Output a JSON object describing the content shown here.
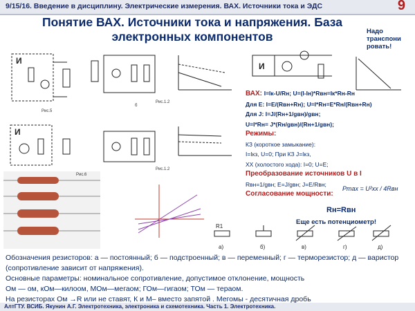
{
  "header": {
    "title": "9/15/16. Введение в дисциплину. Электрические измерения. ВАХ. Источники тока и ЭДС",
    "slide_number": "9"
  },
  "title": {
    "line1": "Понятие ВАХ. Источники тока и напряжения. База",
    "line2": "электронных компонентов"
  },
  "note": {
    "line1": "Надо",
    "line2": "транспони",
    "line3": "ровать!"
  },
  "formulas": {
    "vax_label": "ВАХ: ",
    "vax": "I=Iк-U/Rн; U=(I-Iн)*Rвн=Iк*Rн-Rн",
    "e_label": "Для Е: ",
    "e": "I=E/(Rвн+Rн); U=I*Rн=E*Rн/(Rвн+Rн)",
    "j_label": "Для J: ",
    "j": "I=J/(Rн+1/gвн)/gвн;",
    "u": "U=I*Rн= J*(Rн/gвн)/(Rн+1/gвн);",
    "modes": "Режимы:",
    "kz": "КЗ (короткое замыкание):",
    "kz2": "I=Iкз, U=0; При КЗ J=Iкз,",
    "xx": "ХХ (холостого хода): I=0; U=E;",
    "conv": "Преобразование источников U в I",
    "conv2": "Rвн=1/gвн; E=J/gвн; J=E/Rвн;",
    "power": "Согласование мощности:",
    "pmax": "Pmax = U²xx / 4Rвн",
    "rsum": "Rн=Rвн",
    "pot": "Еще есть потенциометр!"
  },
  "figures": {
    "src_u": "И",
    "src_j": "И",
    "cap5": "Рис.5",
    "capb": "б",
    "cap12": "Рис.1.2",
    "cap6": "Рис.6",
    "a": "а)",
    "b": "б)",
    "v": "в)",
    "g": "г)",
    "d": "д)",
    "r1": "R1"
  },
  "bottom": {
    "line1": "Обозначения  резисторов: а — постоянный; б — подстроенный; в — переменный; г — терморезистор; д — варистор (сопротивление зависит от напряжения).",
    "line2": "Основные параметры: номинальное сопротивление, допустимое отклонение, мощность",
    "line3": "Ом — ом, кОм—килоом, МОм—мегаом; ГОм—гигаом; ТОм — тераом.",
    "line4": "На резисторах Ом →R или не ставят, К и М– вместо запятой . Мегомы  - десятичная дробь"
  },
  "footer": {
    "text": "АлтГТУ. ВСИБ. Якунин А.Г.  Электротехника, электроника и схемотехника. Часть 1. Электротехника."
  }
}
